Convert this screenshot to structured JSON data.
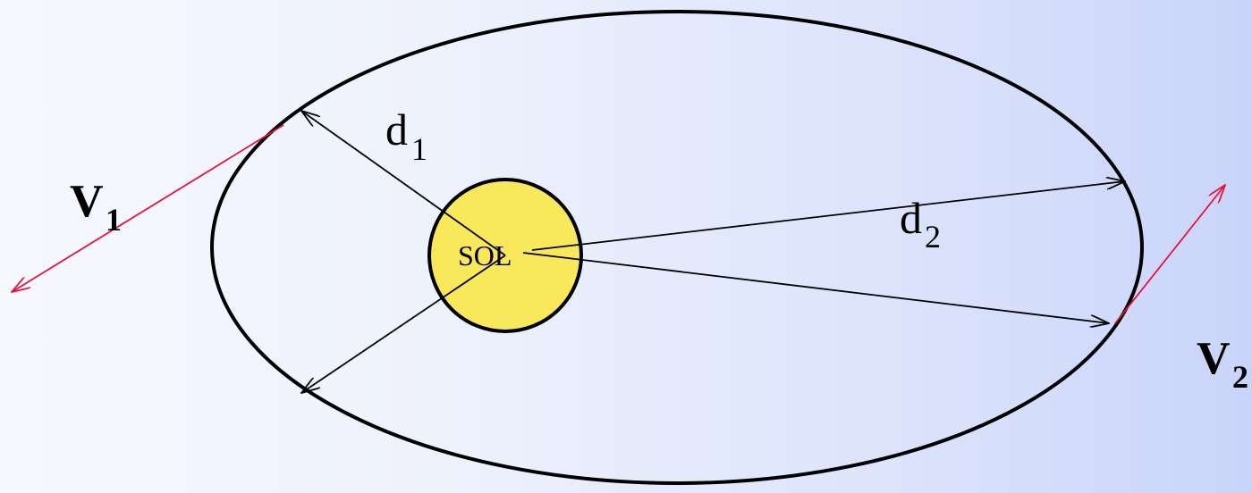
{
  "diagram": {
    "sun_label": "SOL",
    "distance_1": {
      "symbol": "d",
      "subscript": "1"
    },
    "distance_2": {
      "symbol": "d",
      "subscript": "2"
    },
    "velocity_1": {
      "symbol": "V",
      "subscript": "1"
    },
    "velocity_2": {
      "symbol": "V",
      "subscript": "2"
    },
    "colors": {
      "orbit": "#000000",
      "sun_fill": "#f9e85a",
      "velocity_vectors": "#e8123a",
      "background_start": "#f7f8fe",
      "background_end": "#c9d4fa"
    }
  }
}
